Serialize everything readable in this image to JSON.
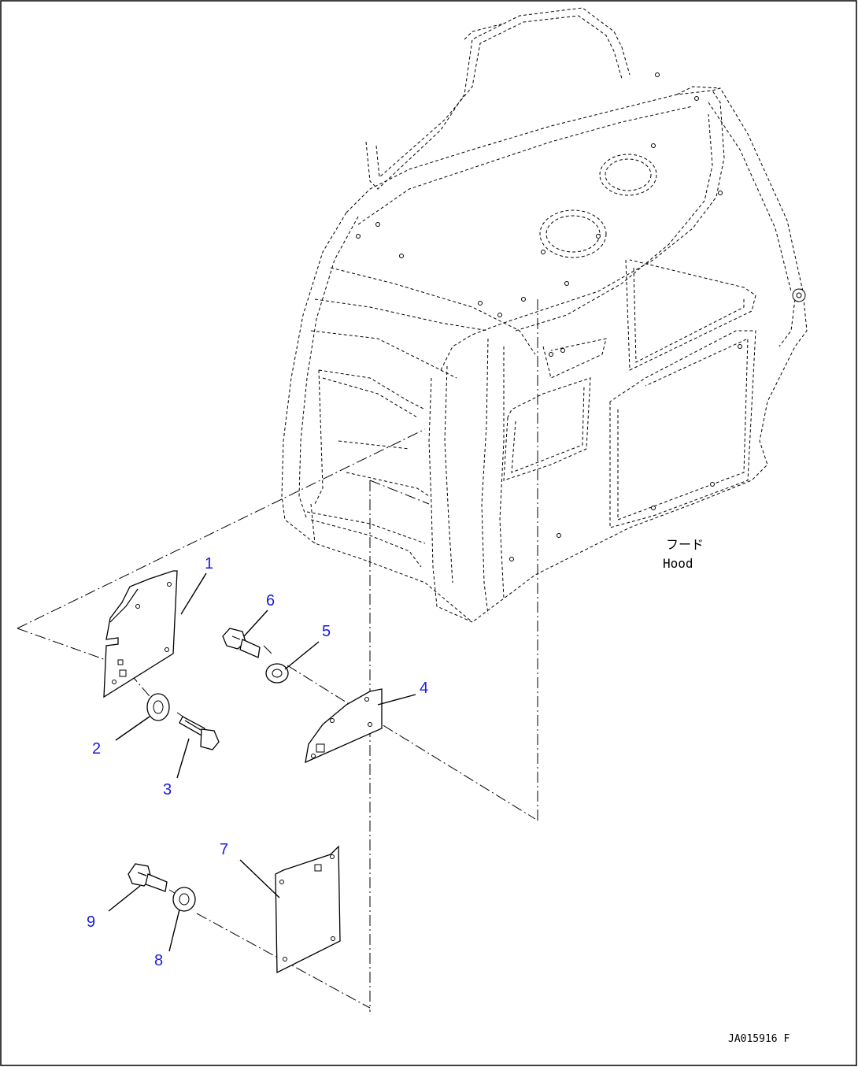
{
  "callouts": {
    "c1": "1",
    "c2": "2",
    "c3": "3",
    "c4": "4",
    "c5": "5",
    "c6": "6",
    "c7": "7",
    "c8": "8",
    "c9": "9"
  },
  "hood_label": {
    "jp": "フード",
    "en": "Hood"
  },
  "drawing_code": "JA015916 F",
  "colors": {
    "callout": "#1a1ae6",
    "line": "#000000",
    "background": "#ffffff"
  }
}
